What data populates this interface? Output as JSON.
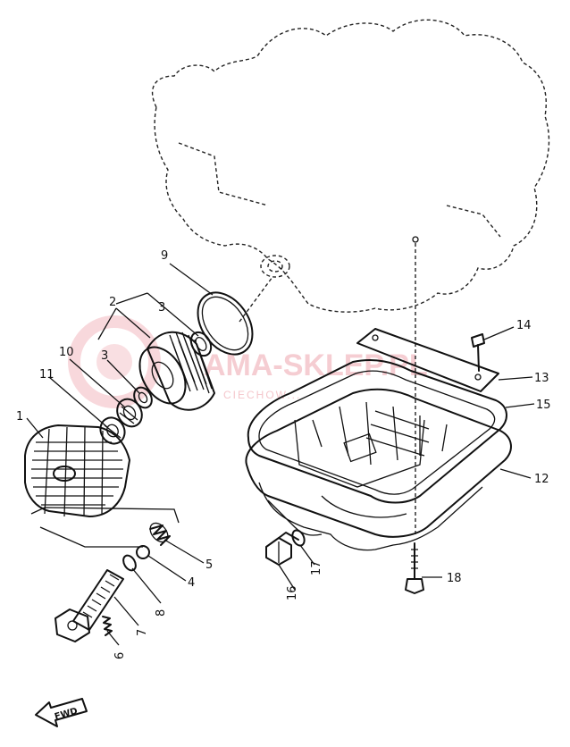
{
  "watermark": {
    "brand": "AMA-SKLEP.PL",
    "tagline": "CIECHOW...",
    "color": "#f2b8bf"
  },
  "direction_marker": "FWD",
  "callouts": {
    "c1": "1",
    "c2": "2",
    "c3a": "3",
    "c3b": "3",
    "c4": "4",
    "c5": "5",
    "c6": "6",
    "c7": "7",
    "c8": "8",
    "c9": "9",
    "c10": "10",
    "c11": "11",
    "c12": "12",
    "c13": "13",
    "c14": "14",
    "c15": "15",
    "c16": "16",
    "c17": "17",
    "c18": "18"
  }
}
